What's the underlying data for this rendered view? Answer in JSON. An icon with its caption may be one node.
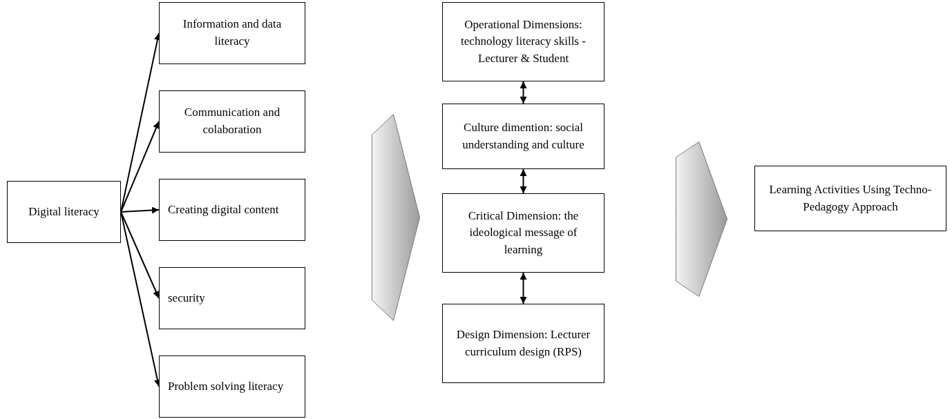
{
  "diagram": {
    "nodes": [
      {
        "text": [
          "Digital literacy"
        ]
      },
      {
        "text": [
          "Information and data literacy"
        ]
      },
      {
        "text": [
          "Communication and colaboration"
        ]
      },
      {
        "text": [
          "Creating digital content"
        ]
      },
      {
        "text": [
          "security"
        ]
      },
      {
        "text": [
          "Problem solving literacy"
        ]
      },
      {
        "text": [],
        "shape": "arrow"
      },
      {
        "text": [
          "Operational Dimensions: technology literacy skills - Lecturer & Student"
        ]
      },
      {
        "text": [
          "Culture dimention: social understanding and culture"
        ]
      },
      {
        "text": [
          "Critical Dimension: the ideological message of learning"
        ]
      },
      {
        "text": [
          "Design Dimension: Lecturer curriculum design (RPS)"
        ]
      },
      {
        "text": [],
        "shape": "arrow"
      },
      {
        "text": [
          "Learning Activities Using Techno-Pedagogy Approach"
        ]
      }
    ],
    "edges": [
      {
        "from": 0,
        "to": 1,
        "arrow": "to"
      },
      {
        "from": 0,
        "to": 2,
        "arrow": "to"
      },
      {
        "from": 0,
        "to": 3,
        "arrow": "to"
      },
      {
        "from": 0,
        "to": 4,
        "arrow": "to"
      },
      {
        "from": 0,
        "to": 5,
        "arrow": "to"
      },
      {
        "from": 7,
        "to": 8,
        "arrow": "both"
      },
      {
        "from": 8,
        "to": 9,
        "arrow": "both"
      },
      {
        "from": 9,
        "to": 10,
        "arrow": "both"
      }
    ]
  }
}
